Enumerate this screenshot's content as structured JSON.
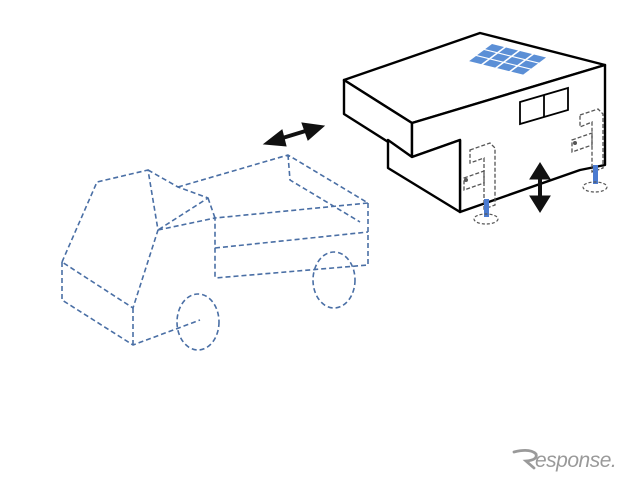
{
  "diagram": {
    "truck": {
      "style": "dashed-outline",
      "color": "#4a6fa5"
    },
    "camper": {
      "style": "solid-outline",
      "color": "#000000"
    },
    "solar_panel": {
      "color": "#5b8fd6",
      "rows": 3,
      "cols": 4
    },
    "jack_leg_color": "#4b7bd0",
    "arrows": [
      "horizontal-double-arrow",
      "vertical-double-arrow"
    ]
  },
  "watermark": {
    "text": "esponse.",
    "logo_letter": "R",
    "color": "#9a9a9a"
  }
}
